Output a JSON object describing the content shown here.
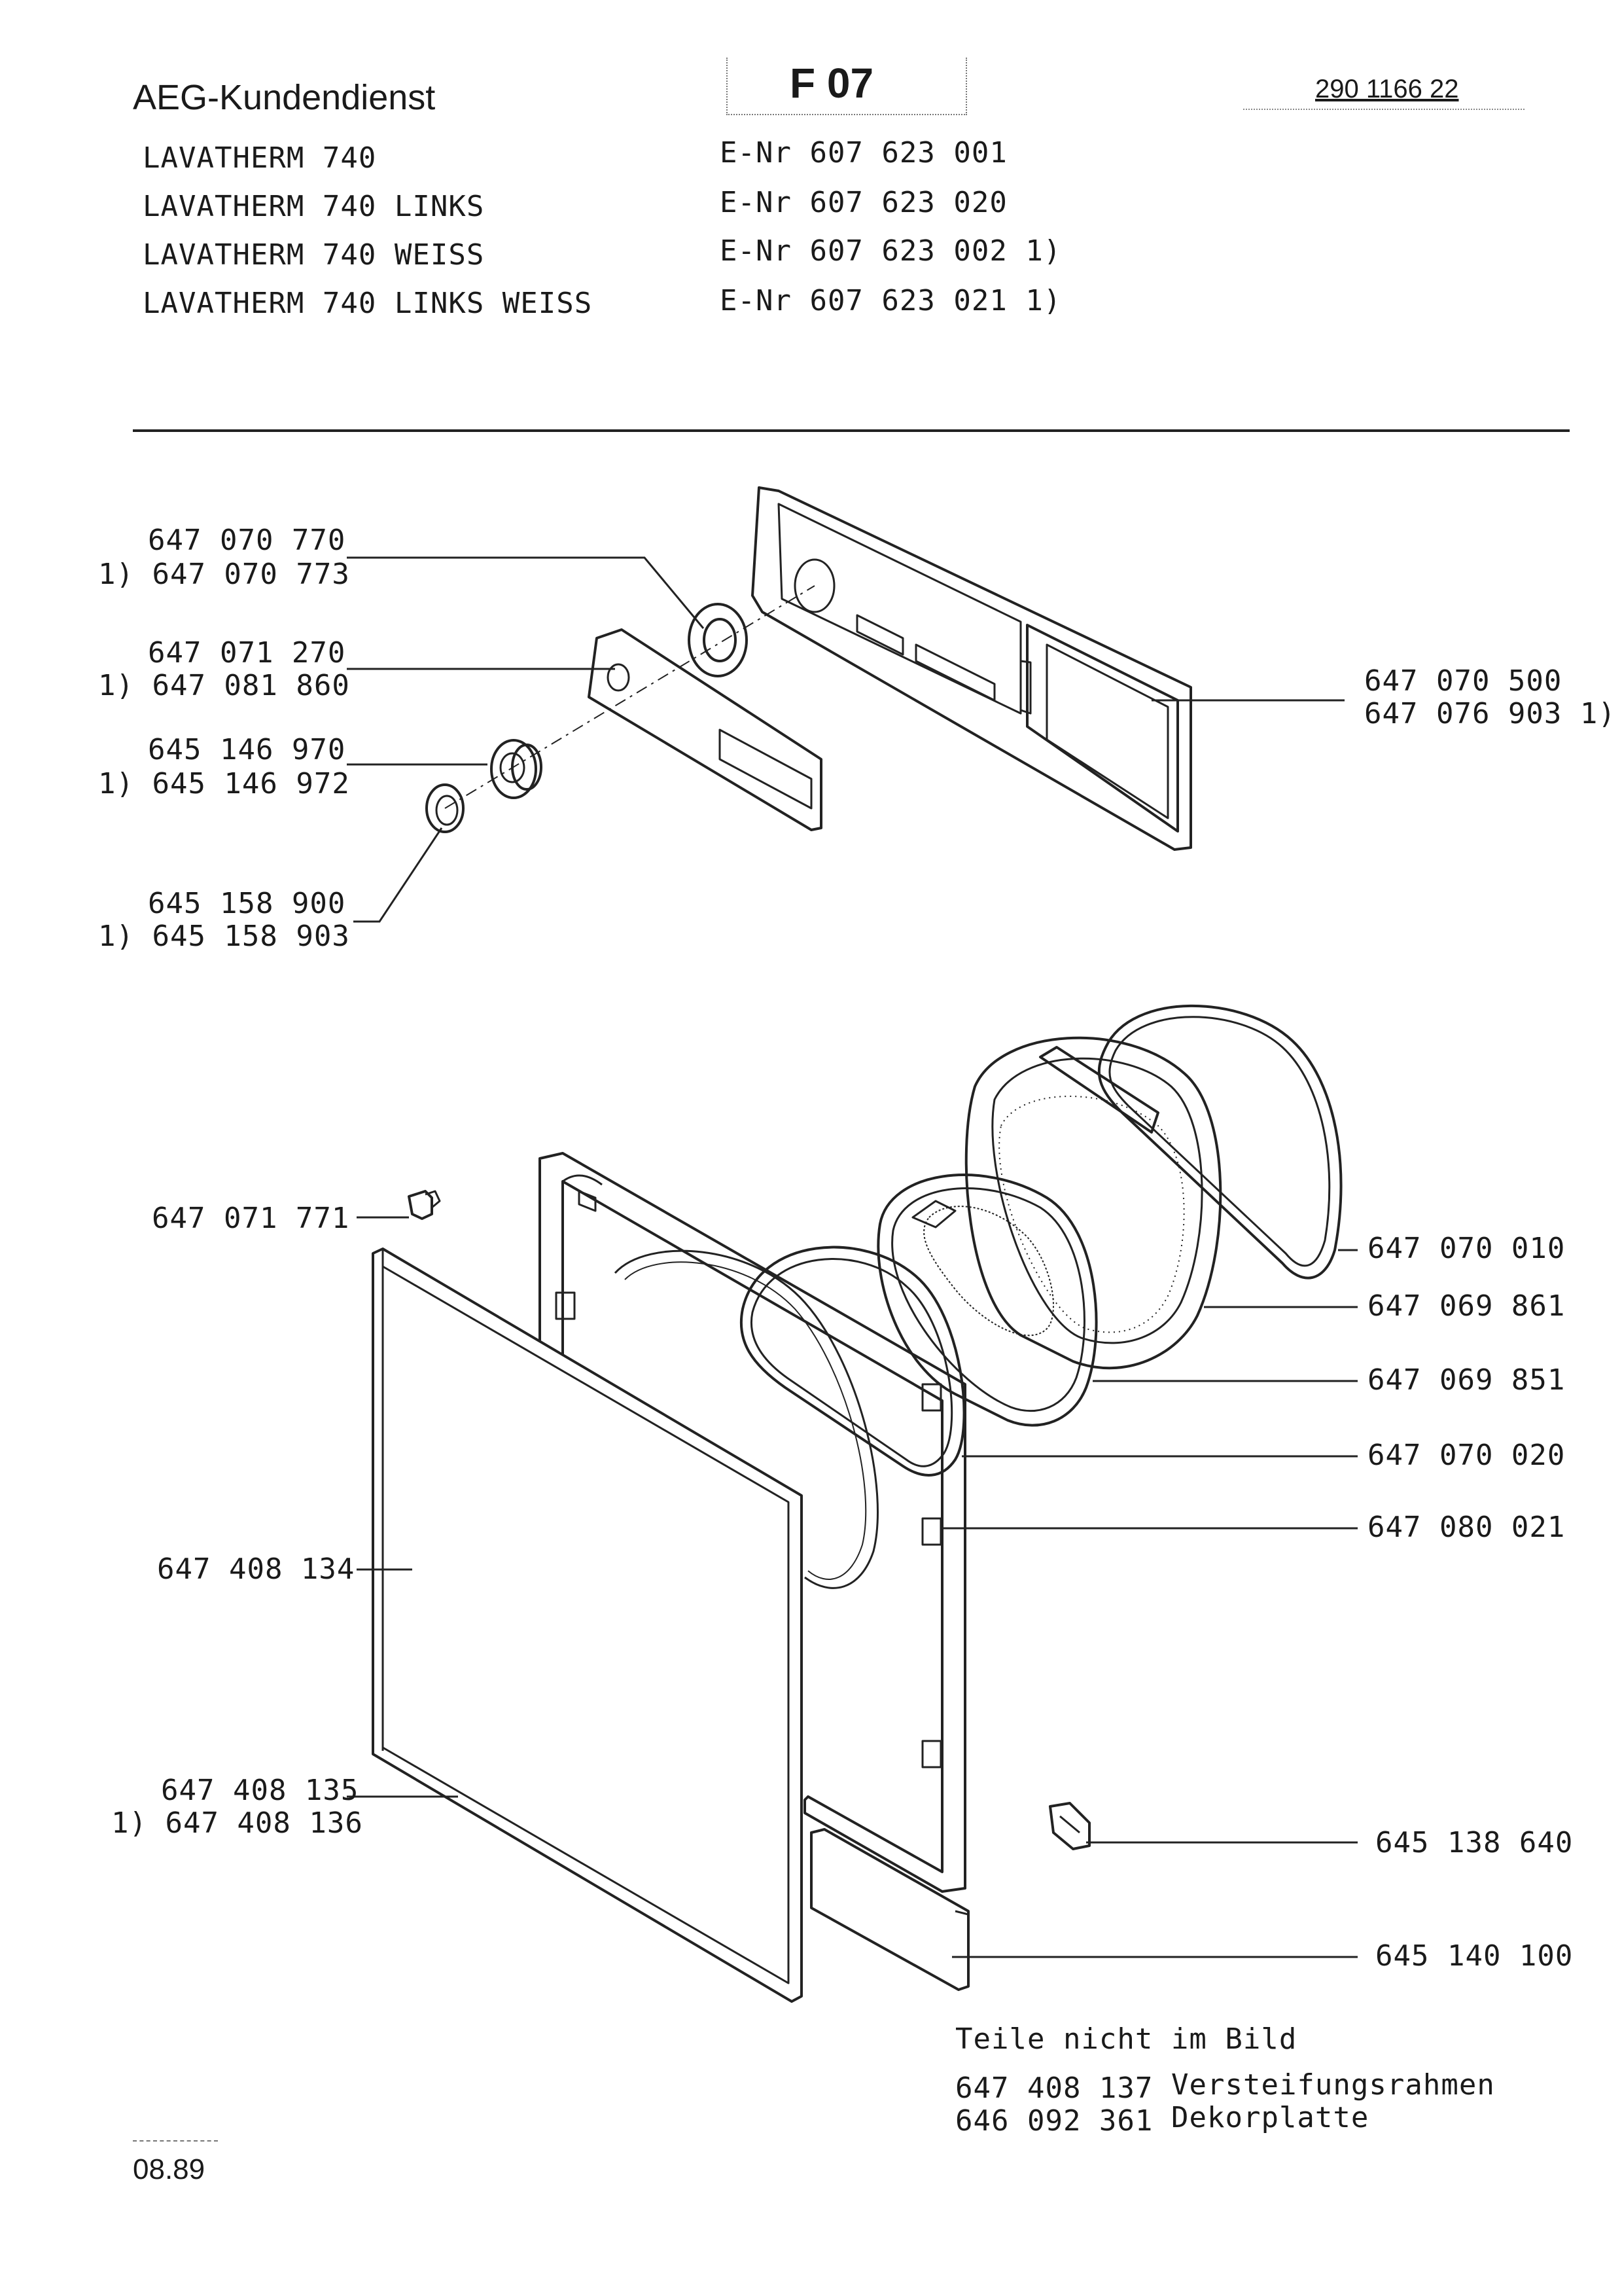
{
  "header": {
    "brand": "AEG-Kundendienst",
    "section_code": "F 07",
    "document_number": "290 1166 22",
    "models": [
      {
        "name": "LAVATHERM 740",
        "enr": "E-Nr 607 623 001"
      },
      {
        "name": "LAVATHERM 740 LINKS",
        "enr": "E-Nr 607 623 020"
      },
      {
        "name": "LAVATHERM 740 WEISS",
        "enr": "E-Nr 607 623 002 1)"
      },
      {
        "name": "LAVATHERM 740 LINKS WEISS",
        "enr": "E-Nr 607 623 021 1)"
      }
    ]
  },
  "callouts_left": [
    {
      "line1": "647 070 770",
      "line2": "1) 647 070 773"
    },
    {
      "line1": "647 071 270",
      "line2": "1) 647 081 860"
    },
    {
      "line1": "645 146 970",
      "line2": "1) 645 146 972"
    },
    {
      "line1": "645 158 900",
      "line2": "1) 645 158 903"
    },
    {
      "line1": "647 071 771"
    },
    {
      "line1": "647 408 134"
    },
    {
      "line1": "647 408 135",
      "line2": "1) 647 408 136"
    }
  ],
  "callouts_right": [
    {
      "line1": "647 070 500",
      "line2": "647 076 903 1)"
    },
    {
      "line1": "647 070 010"
    },
    {
      "line1": "647 069 861"
    },
    {
      "line1": "647 069 851"
    },
    {
      "line1": "647 070 020"
    },
    {
      "line1": "647 080 021"
    },
    {
      "line1": "645 138 640"
    },
    {
      "line1": "645 140 100"
    }
  ],
  "parts_not_shown": {
    "heading": "Teile nicht im Bild",
    "items": [
      {
        "number": "647 408 137",
        "description": "Versteifungsrahmen"
      },
      {
        "number": "646 092 361",
        "description": "Dekorplatte"
      }
    ]
  },
  "footer": {
    "date": "08.89"
  }
}
